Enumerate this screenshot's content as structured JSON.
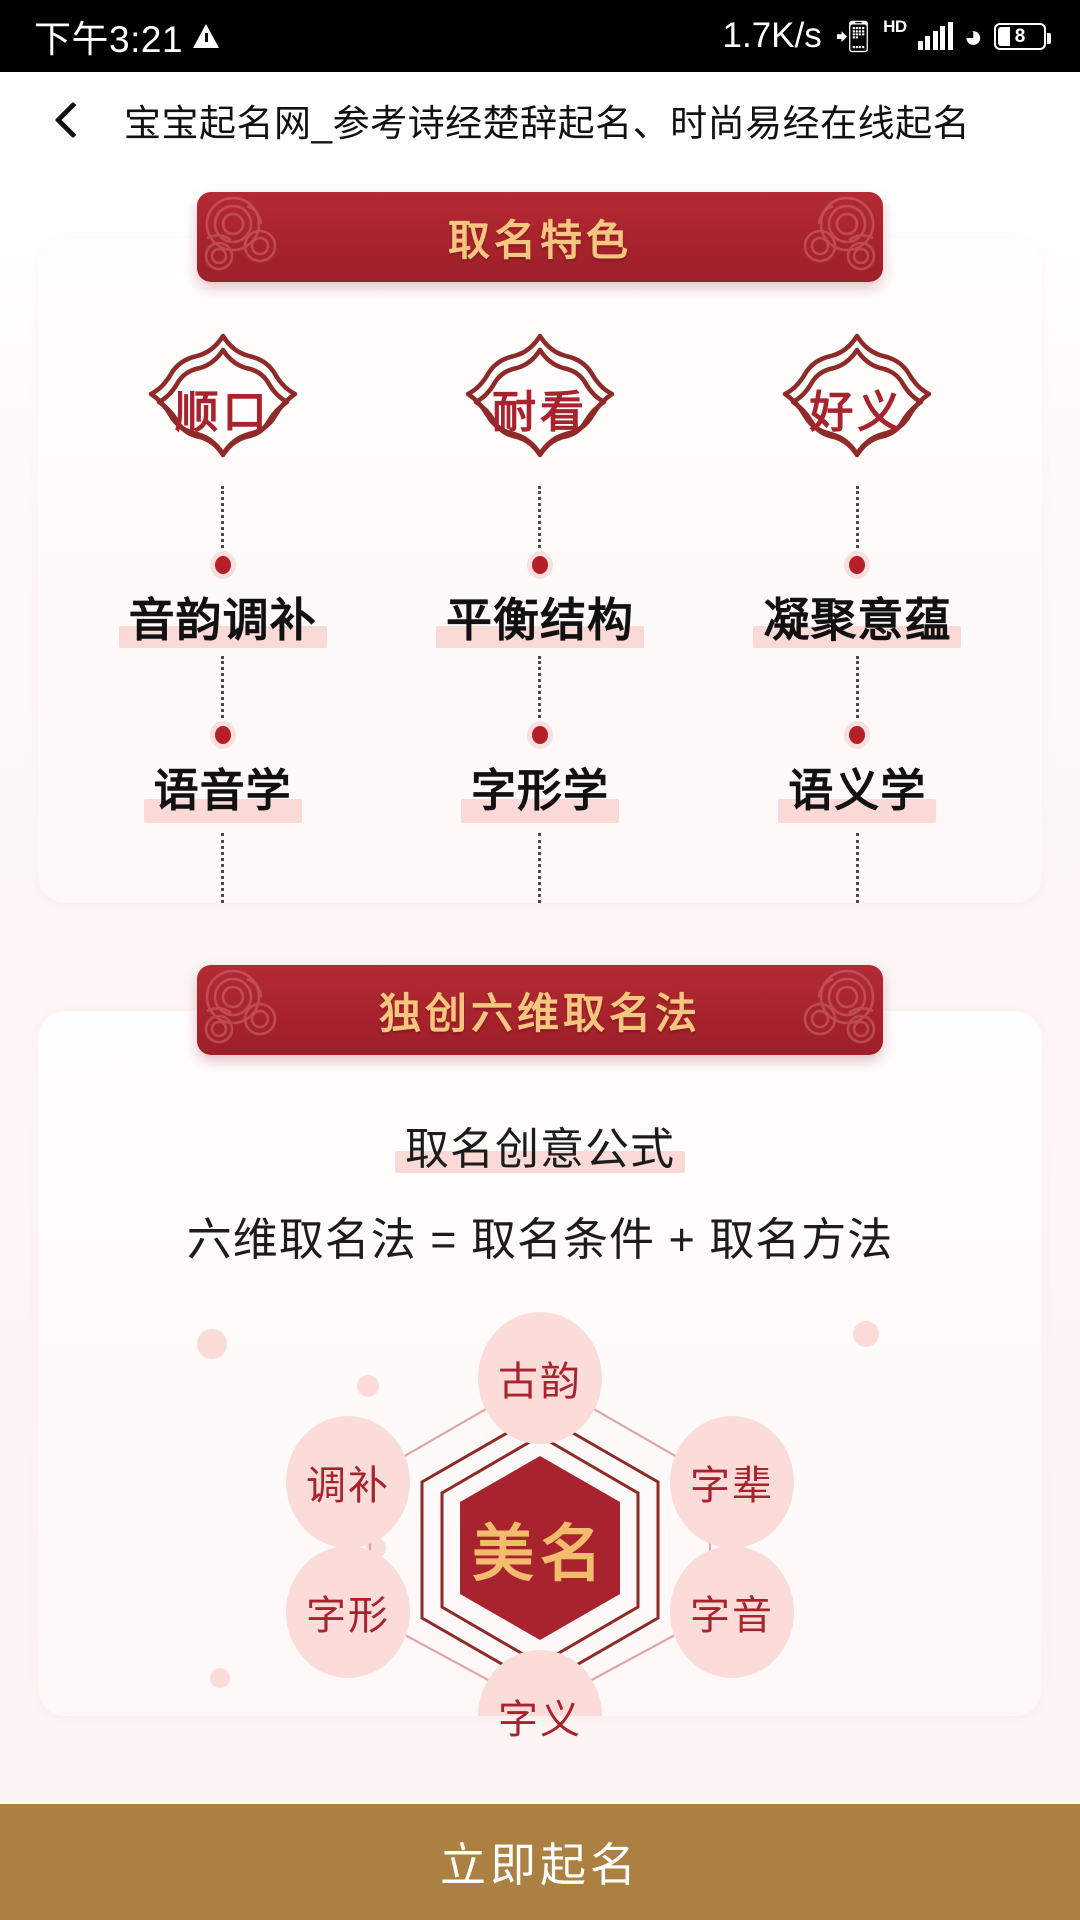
{
  "status_bar": {
    "time": "下午3:21",
    "warning_icon": "warning-triangle-icon",
    "net_speed": "1.7K/s",
    "bluetooth_icon": "bluetooth-icon",
    "hd_label": "HD",
    "signal_icon": "cellular-signal-icon",
    "wifi_icon": "wifi-icon",
    "battery_level": "8"
  },
  "nav": {
    "back_icon": "back-chevron-icon",
    "title": "宝宝起名网_参考诗经楚辞起名、时尚易经在线起名"
  },
  "section1": {
    "banner_title": "取名特色",
    "features": [
      {
        "emblem": "顺口",
        "label_top": "音韵调补",
        "label_bottom": "语音学"
      },
      {
        "emblem": "耐看",
        "label_top": "平衡结构",
        "label_bottom": "字形学"
      },
      {
        "emblem": "好义",
        "label_top": "凝聚意蕴",
        "label_bottom": "语义学"
      }
    ]
  },
  "section2": {
    "banner_title": "独创六维取名法",
    "formula_heading": "取名创意公式",
    "formula_line": "六维取名法 = 取名条件 + 取名方法",
    "hex": {
      "center": "美名",
      "nodes": [
        "古韵",
        "字辈",
        "字音",
        "字义",
        "字形",
        "调补"
      ]
    }
  },
  "bottom_bar": {
    "cta_label": "立即起名"
  },
  "colors": {
    "banner_red": "#a8232d",
    "banner_gold": "#f5c67f",
    "highlight_pink": "#fbd9d6",
    "node_pink": "#fbdcd9",
    "cta_gold": "#ab8040",
    "emblem_red": "#a8232d"
  }
}
